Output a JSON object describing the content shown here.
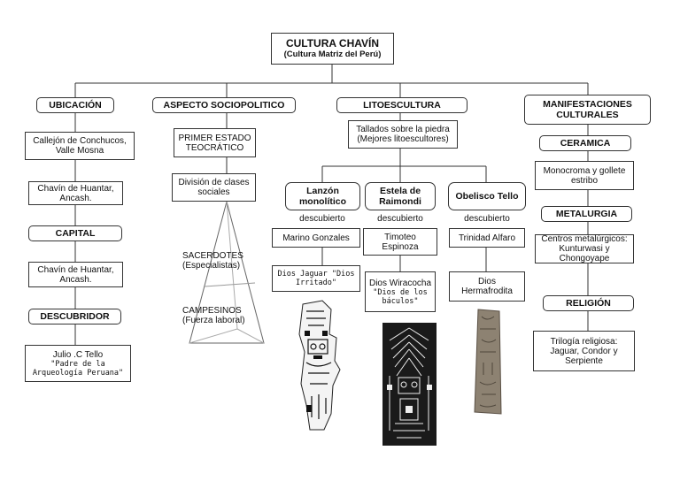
{
  "title": {
    "main": "CULTURA CHAVÍN",
    "sub": "(Cultura Matriz del Perú)"
  },
  "ubicacion": {
    "header": "UBICACIÓN",
    "lugar": "Callejón de Conchucos, Valle Mosna",
    "lugar2": "Chavín de Huantar, Ancash.",
    "capital_header": "CAPITAL",
    "capital": "Chavín de Huantar, Ancash.",
    "descubridor_header": "DESCUBRIDOR",
    "descubridor_name": "Julio .C Tello",
    "descubridor_title": "\"Padre de la Arqueología Peruana\""
  },
  "socio": {
    "header": "ASPECTO SOCIOPOLITICO",
    "estado": "PRIMER ESTADO TEOCRÁTICO",
    "division": "División de clases sociales",
    "sacerdotes": "SACERDOTES",
    "sacerdotes_sub": "(Especialistas)",
    "campesinos": "CAMPESINOS",
    "campesinos_sub": "(Fuerza laboral)"
  },
  "lito": {
    "header": "LITOESCULTURA",
    "tallados": "Tallados sobre la piedra (Mejores litoescultores)",
    "discovered_label": "descubierto",
    "items": [
      {
        "name": "Lanzón monolítico",
        "discoverer": "Marino Gonzales",
        "god": "Dios Jaguar \"Dios Irritado\""
      },
      {
        "name": "Estela de Raimondi",
        "discoverer": "Timoteo Espinoza",
        "god_line1": "Dios Wiracocha",
        "god_line2": "\"Dios de los báculos\""
      },
      {
        "name": "Obelisco Tello",
        "discoverer": "Trinidad Alfaro",
        "god": "Dios Hermafrodita"
      }
    ]
  },
  "manif": {
    "header": "MANIFESTACIONES CULTURALES",
    "ceramica_header": "CERAMICA",
    "ceramica": "Monocroma y gollete estribo",
    "metalurgia_header": "METALURGIA",
    "metalurgia": "Centros metalúrgicos: Kunturwasi y Chongoyape",
    "religion_header": "RELIGIÓN",
    "religion": "Trilogía religiosa: Jaguar, Condor y Serpiente"
  }
}
